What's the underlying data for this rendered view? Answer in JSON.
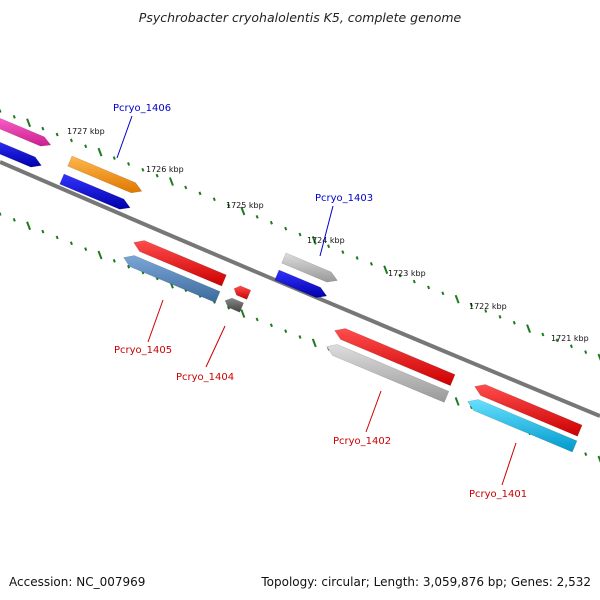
{
  "title": "Psychrobacter cryohalolentis K5, complete genome",
  "accession": "Accession: NC_007969",
  "summary": "Topology: circular; Length: 3,059,876 bp; Genes: 2,532",
  "colors": {
    "backbone": "#777777",
    "tick": "#1e7a1e",
    "label_forward": "#0000cc",
    "label_reverse": "#cc0000"
  },
  "ticks": [
    {
      "label": "1727 kbp"
    },
    {
      "label": "1726 kbp"
    },
    {
      "label": "1725 kbp"
    },
    {
      "label": "1724 kbp"
    },
    {
      "label": "1723 kbp"
    },
    {
      "label": "1722 kbp"
    },
    {
      "label": "1721 kbp"
    }
  ],
  "gene_labels": [
    {
      "text": "Pcryo_1406",
      "strand": "forward"
    },
    {
      "text": "Pcryo_1403",
      "strand": "forward"
    },
    {
      "text": "Pcryo_1405",
      "strand": "reverse"
    },
    {
      "text": "Pcryo_1404",
      "strand": "reverse"
    },
    {
      "text": "Pcryo_1402",
      "strand": "reverse"
    },
    {
      "text": "Pcryo_1401",
      "strand": "reverse"
    }
  ]
}
